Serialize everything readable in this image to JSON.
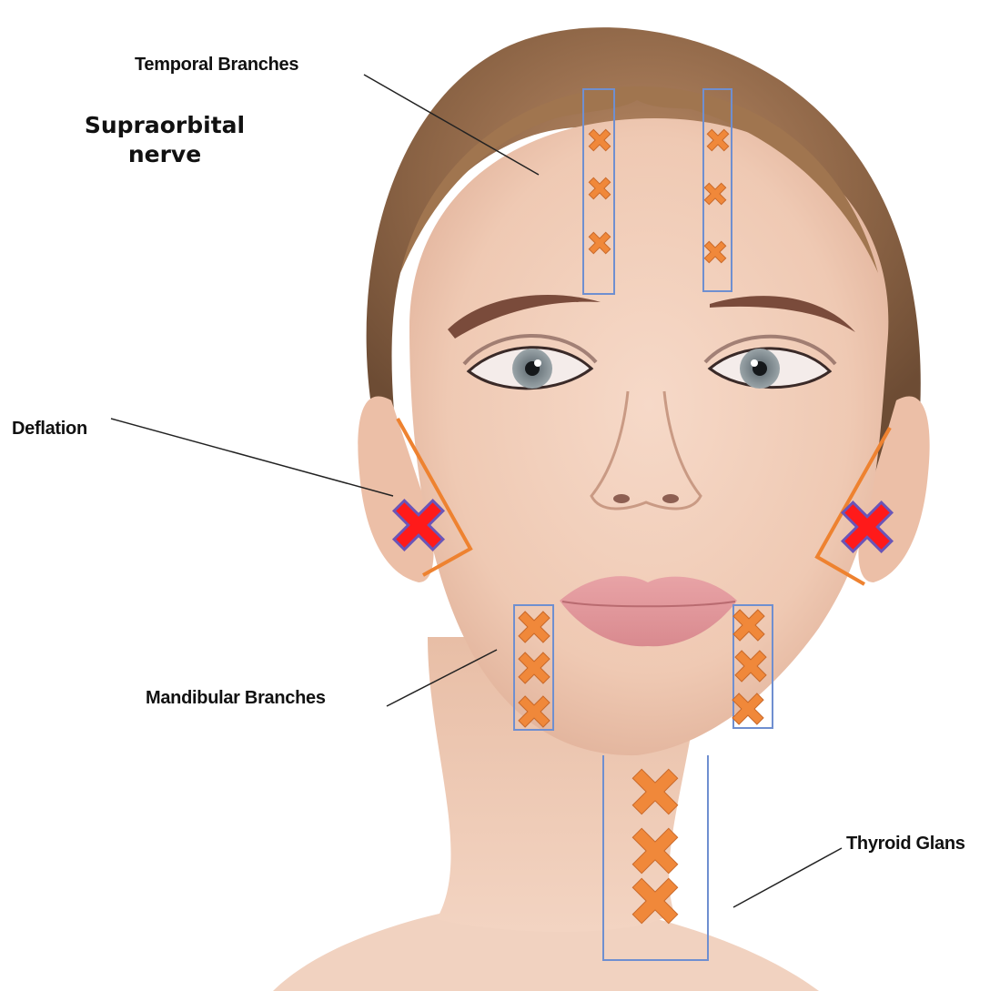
{
  "labels": {
    "temporal": "Temporal Branches",
    "supraorbital_line1": "Supraorbital",
    "supraorbital_line2": "nerve",
    "deflation": "Deflation",
    "mandibular": "Mandibular Branches",
    "thyroid": "Thyroid Glans"
  },
  "colors": {
    "injection_mark": "#f0883a",
    "injection_mark_outline": "#c9692a",
    "avoid_mark": "#ff1a1a",
    "avoid_mark_outline": "#6a55b8",
    "zone_box": "#6f8fd0",
    "parotid_outline": "#ee8230",
    "leader_line": "#222222"
  },
  "icons": {
    "injection_point": "cross-icon",
    "avoid_point": "cross-icon"
  }
}
